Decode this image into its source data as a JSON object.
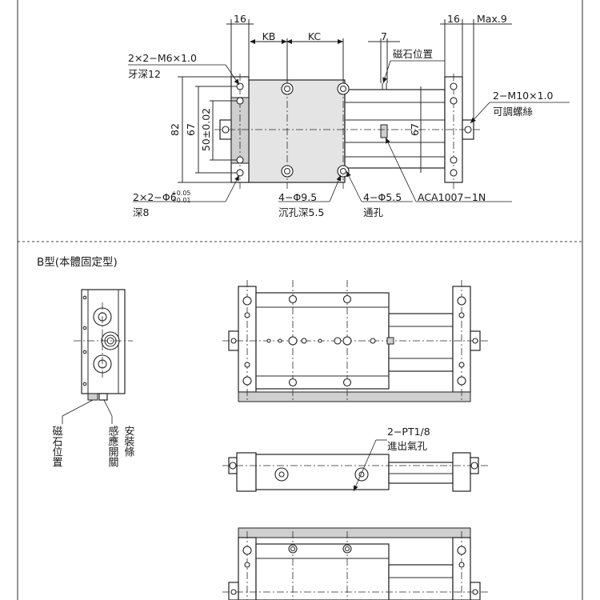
{
  "top_view": {
    "dim_16_left": "16",
    "dim_kb": "KB",
    "dim_kc": "KC",
    "dim_7": "7",
    "dim_16_right": "16",
    "dim_max9": "Max.9",
    "label_m6_line1": "2×2−M6×1.0",
    "label_m6_line2": "牙深12",
    "label_magnet": "磁石位置",
    "label_m10_line1": "2−M10×1.0",
    "label_m10_line2": "可調螺絲",
    "dim_82": "82",
    "dim_67_left": "67",
    "dim_50": "50±0.02",
    "dim_67_right": "67",
    "label_phi6_main": "2×2−Φ6",
    "label_phi6_tol_upper": "+0.05",
    "label_phi6_tol_lower": "+0.01",
    "label_phi6_line2": "深8",
    "label_phi95_line1": "4−Φ9.5",
    "label_phi95_line2": "沉孔深5.5",
    "label_phi55_line1": "4−Φ5.5",
    "label_phi55_line2": "通孔",
    "label_part": "ACA1007−1N"
  },
  "section_b": {
    "title": "B型(本體固定型)",
    "label_magnet_pos": "磁石位置",
    "label_sensor_col1": "感應開關",
    "label_sensor_col2": "安裝條",
    "label_pt_line1": "2−PT1/8",
    "label_pt_line2": "進出氣孔"
  }
}
